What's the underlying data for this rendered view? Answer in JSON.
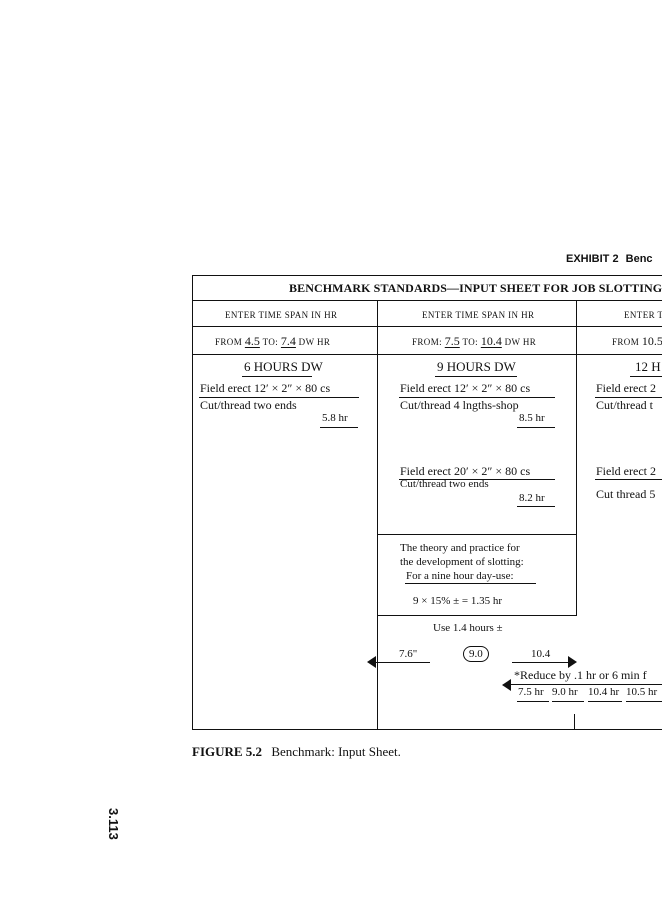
{
  "exhibit": {
    "label": "EXHIBIT 2",
    "cont": "Benc"
  },
  "table": {
    "title": "BENCHMARK STANDARDS—INPUT SHEET FOR JOB SLOTTING",
    "col1": {
      "header": "ENTER TIME SPAN IN HR",
      "range": {
        "from_label": "FROM",
        "from": "4.5",
        "to_label": "TO:",
        "to": "7.4",
        "unit": "DW HR"
      },
      "hours_title": "6 HOURS DW",
      "task1": "Field erect 12′ × 2″ × 80 cs",
      "task2": "Cut/thread two ends",
      "time1": "5.8 hr"
    },
    "col2": {
      "header": "ENTER TIME SPAN IN HR",
      "range": {
        "from_label": "FROM:",
        "from": "7.5",
        "to_label": "TO:",
        "to": "10.4",
        "unit": "DW HR"
      },
      "hours_title": "9 HOURS DW",
      "task1": "Field erect 12′ × 2″ × 80 cs",
      "task2": "Cut/thread 4 lngths-shop",
      "time1": "8.5 hr",
      "task3": "Field erect 20′ × 2″ × 80 cs",
      "task4": "Cut/thread two ends",
      "time2": "8.2 hr",
      "theory1": "The theory and practice for",
      "theory2": "the development of slotting:",
      "theory3": "For a nine hour day-use:",
      "calc": "9 × 15% ± = 1.35 hr",
      "use": "Use 1.4 hours ±"
    },
    "col3": {
      "header": "ENTER T",
      "range_from_label": "FROM",
      "range_from": "10.5",
      "hours_title": "12 H",
      "task1": "Field erect 2",
      "task2": "Cut/thread t",
      "task3": "Field erect 2",
      "task4": "Cut thread 5"
    },
    "scale": {
      "left": "7.6\"",
      "center": "9.0",
      "right": "10.4",
      "note": "*Reduce by .1 hr or 6 min f",
      "values": [
        "7.5 hr",
        "9.0 hr",
        "10.4 hr",
        "10.5 hr"
      ]
    }
  },
  "caption": {
    "label": "FIGURE 5.2",
    "text": "Benchmark: Input Sheet."
  },
  "page_number": "3.113"
}
